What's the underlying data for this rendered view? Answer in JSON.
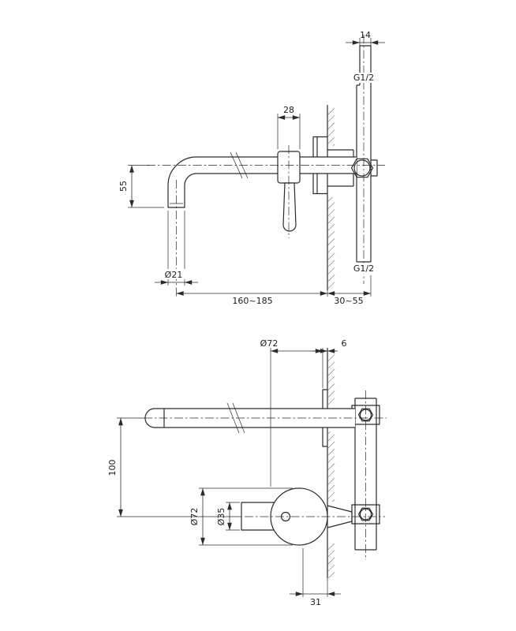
{
  "colors": {
    "background": "#ffffff",
    "line": "#2b2b2b",
    "text": "#1c1c1c"
  },
  "side_view": {
    "labels": {
      "width_14": "14",
      "thread_top": "G1/2",
      "handle_width_28": "28",
      "drop_55": "55",
      "spout_dia": "Ø21",
      "thread_bottom": "G1/2",
      "reach_range": "160~185",
      "depth_range": "30~55"
    }
  },
  "plan_view": {
    "labels": {
      "plate_dia": "Ø72",
      "plate_thickness": "6",
      "center_distance": "100",
      "handle_plate_dia": "Ø72",
      "handle_dia": "Ø35",
      "offset_31": "31"
    }
  }
}
